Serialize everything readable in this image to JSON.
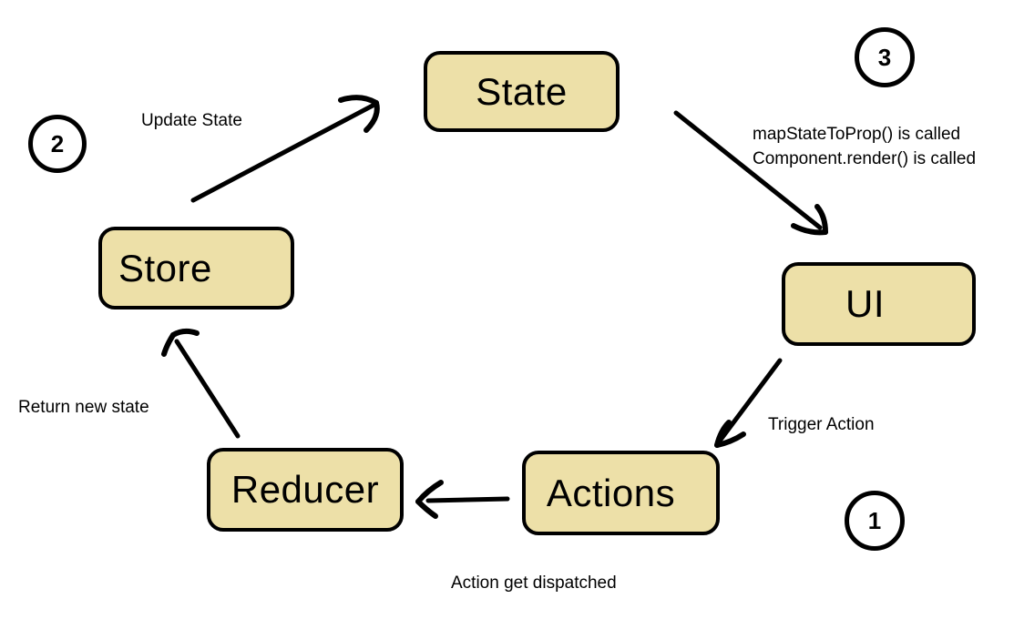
{
  "diagram": {
    "nodes": [
      {
        "id": "state",
        "label": "State"
      },
      {
        "id": "store",
        "label": "Store"
      },
      {
        "id": "reducer",
        "label": "Reducer"
      },
      {
        "id": "actions",
        "label": "Actions"
      },
      {
        "id": "ui",
        "label": "UI"
      }
    ],
    "labels": {
      "update_state": "Update State",
      "map_state_to_prop": "mapStateToProp() is called",
      "component_render": "Component.render() is called",
      "return_new_state": "Return new state",
      "trigger_action": "Trigger Action",
      "action_dispatched": "Action get dispatched"
    },
    "steps": [
      {
        "number": "1"
      },
      {
        "number": "2"
      },
      {
        "number": "3"
      }
    ],
    "colors": {
      "node_fill": "#EDE0A8",
      "node_border": "#000000",
      "arrow": "#000000",
      "background": "#FFFFFF",
      "text": "#000000"
    }
  }
}
